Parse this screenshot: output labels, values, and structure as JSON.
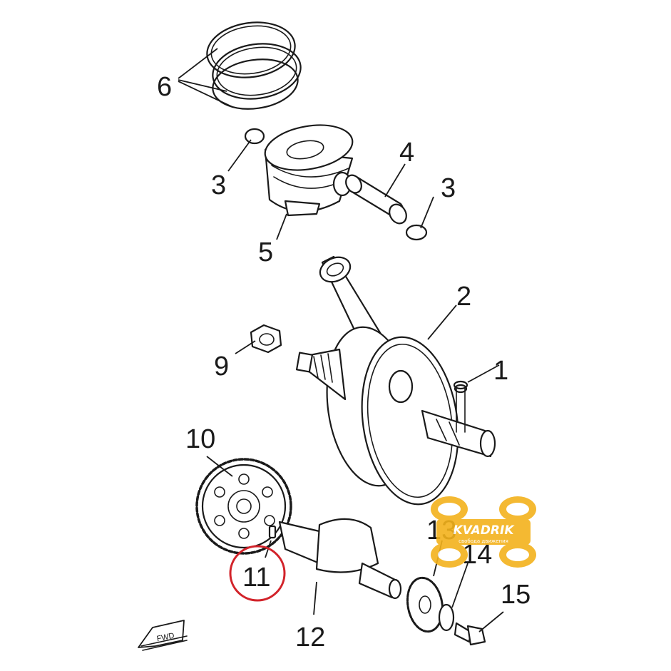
{
  "callouts": {
    "c1": "1",
    "c2": "2",
    "c3a": "3",
    "c3b": "3",
    "c4": "4",
    "c5": "5",
    "c6": "6",
    "c9": "9",
    "c10": "10",
    "c11": "11",
    "c12": "12",
    "c13": "13",
    "c14": "14",
    "c15": "15"
  },
  "fwd_label": "FWD",
  "watermark": {
    "brand": "KVADRIK",
    "tagline": "свобода движения"
  },
  "colors": {
    "line": "#1a1a1a",
    "highlight": "#d2232a",
    "watermark": "#f3b21c"
  }
}
